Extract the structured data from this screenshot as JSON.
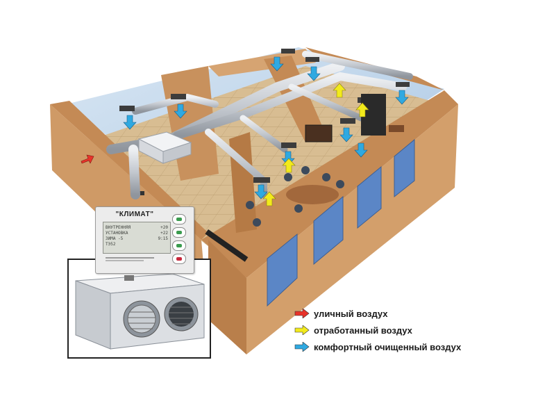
{
  "diagram": {
    "colors": {
      "street_air": "#e8332a",
      "exhaust_air": "#f2ea1c",
      "comfort_air": "#2fa9e1",
      "wall": "#cf9a66",
      "wall_dark": "#a8703f",
      "floor": "#d9bf95",
      "duct": "#c9cdd3",
      "window": "#5b86c6"
    },
    "legend": [
      {
        "color_key": "street_air",
        "label": "уличный воздух"
      },
      {
        "color_key": "exhaust_air",
        "label": "отработанный воздух"
      },
      {
        "color_key": "comfort_air",
        "label": "комфортный очищенный воздух"
      }
    ],
    "control_panel": {
      "title": "\"КЛИМАТ\"",
      "screen_rows": [
        {
          "left": "ВНУТРЕННЯЯ",
          "right": "+20"
        },
        {
          "left": "УСТАНОВКА",
          "right": "+22"
        },
        {
          "left": "ЗИМА   -5",
          "right": "9:15"
        },
        {
          "left": "ТЭ52",
          "right": ""
        }
      ],
      "buttons": [
        "up-icon",
        "fan-icon",
        "down-icon",
        "power-icon"
      ]
    }
  }
}
